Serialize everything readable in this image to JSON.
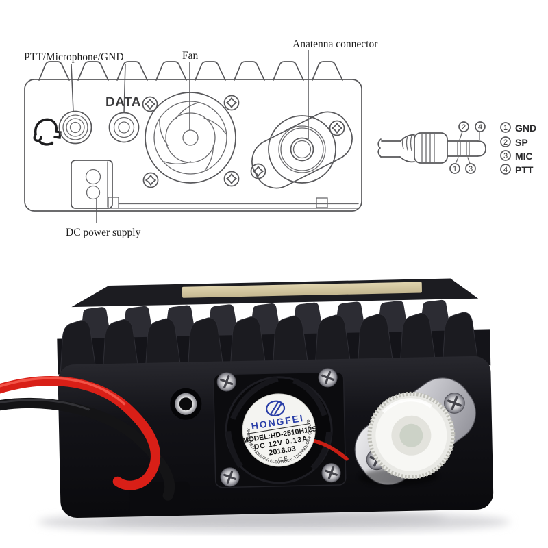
{
  "diagram": {
    "labels": {
      "ptt_mic_gnd": "PTT/Microphone/GND",
      "fan": "Fan",
      "antenna": "Anatenna connector",
      "data_port": "DATA",
      "dc_power": "DC power supply"
    },
    "pinout": {
      "plug_pins": {
        "top": [
          "2",
          "4"
        ],
        "bottom": [
          "1",
          "3"
        ]
      },
      "legend": [
        {
          "num": "1",
          "label": "GND"
        },
        {
          "num": "2",
          "label": "SP"
        },
        {
          "num": "3",
          "label": "MIC"
        },
        {
          "num": "4",
          "label": "PTT"
        }
      ]
    }
  },
  "photo": {
    "fan_label": {
      "brand": "HONGFEI",
      "model": "MODEL:HD-2510H12S",
      "rating": "DC 12V 0.13A",
      "date": "2016.03",
      "ce_mark": "CE",
      "company": "SHENZHEN HONGFEI ELECTRICAL TECHNOLOGY CO.,LTD"
    },
    "colors": {
      "wire_red": "#d81f17",
      "wire_black": "#141416",
      "brand_blue": "#2a3fa8",
      "body_black": "#121216",
      "label_tan": "#d2c6a1"
    }
  }
}
